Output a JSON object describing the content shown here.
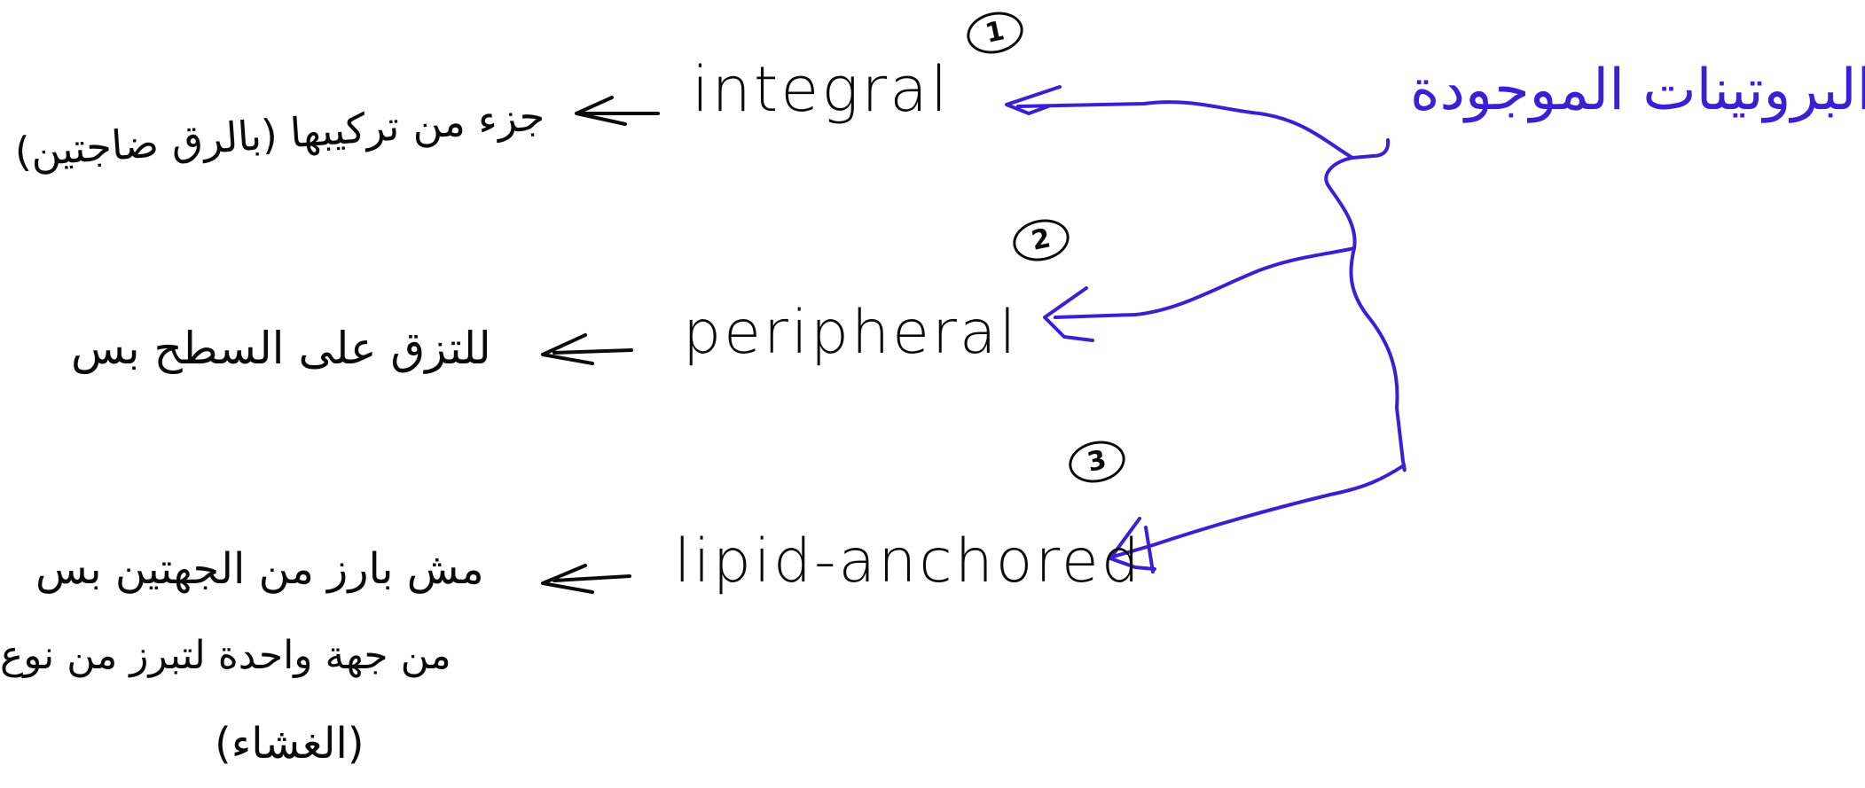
{
  "note": {
    "heading": "البروتينات الموجودة",
    "items": [
      {
        "number": "1",
        "type": "integral",
        "description": "جزء من تركيبها (بالرق ضاجتين)"
      },
      {
        "number": "2",
        "type": "peripheral",
        "description": "للتزق على السطح بس"
      },
      {
        "number": "3",
        "type": "lipid-anchored",
        "description": "مش بارز من الجهتين بس",
        "description_continued": "من جهة واحدة لتبرز من نوع",
        "description_end": "(الغشاء)"
      }
    ]
  },
  "colors": {
    "ink_black": "#0a0a0a",
    "ink_blue": "#3b1fd6",
    "background": "#ffffff"
  }
}
